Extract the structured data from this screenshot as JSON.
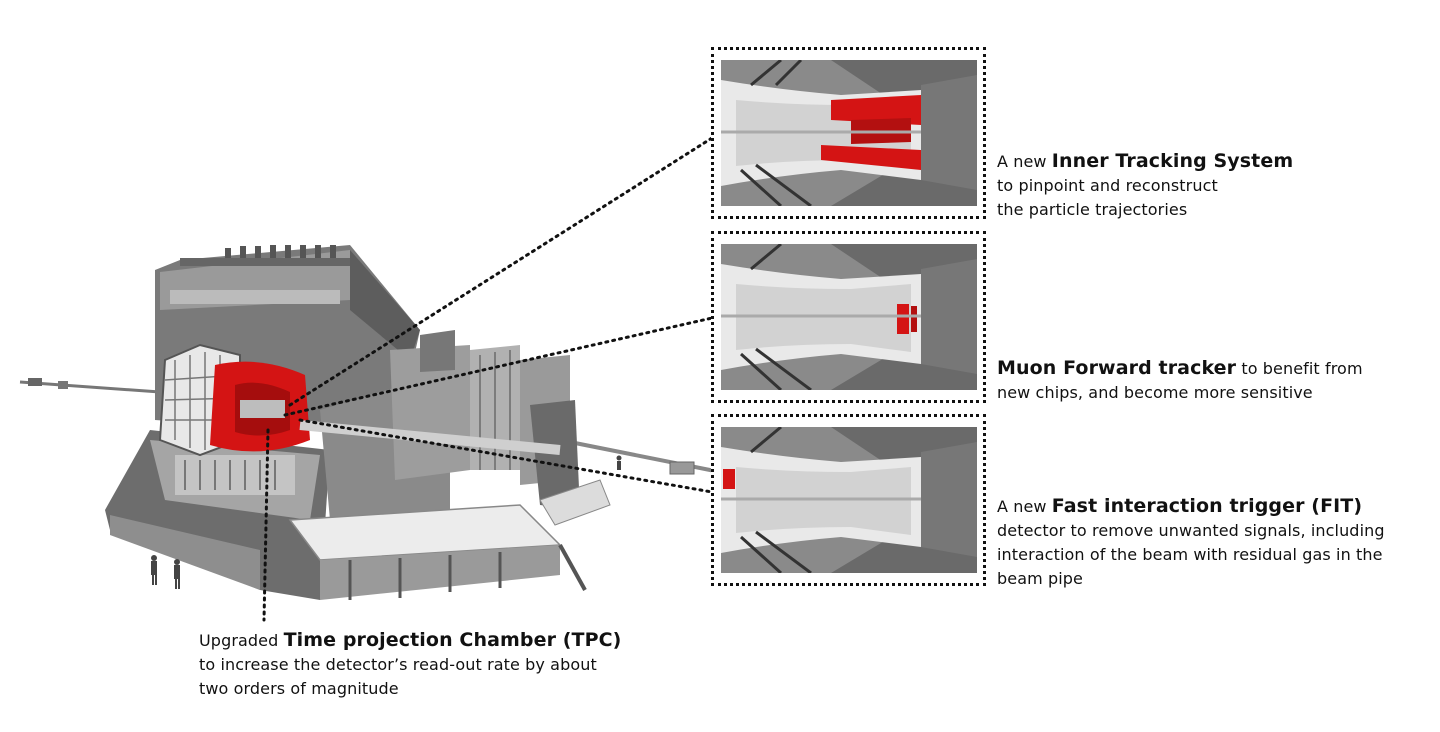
{
  "colors": {
    "highlight": "#d41414",
    "structure_dark": "#5a5a5a",
    "structure_mid": "#8a8a8a",
    "structure_light": "#c9c9c9",
    "background": "#ffffff",
    "text": "#111111"
  },
  "callouts": {
    "its": {
      "prefix": "A new ",
      "highlight": "Inner Tracking System",
      "line2": "to pinpoint and reconstruct",
      "line3": "the particle trajectories"
    },
    "mft": {
      "highlight": "Muon Forward tracker",
      "suffix": " to benefit from",
      "line2": "new chips, and become more sensitive"
    },
    "fit": {
      "prefix": "A new ",
      "highlight": "Fast interaction trigger (FIT)",
      "line2": "detector to remove unwanted signals, including",
      "line3": "interaction of the beam with residual gas in the",
      "line4": "beam pipe"
    },
    "tpc": {
      "prefix": "Upgraded ",
      "highlight": "Time projection Chamber (TPC)",
      "line2": "to increase the detector’s read-out rate by about",
      "line3": "two orders of magnitude"
    }
  }
}
